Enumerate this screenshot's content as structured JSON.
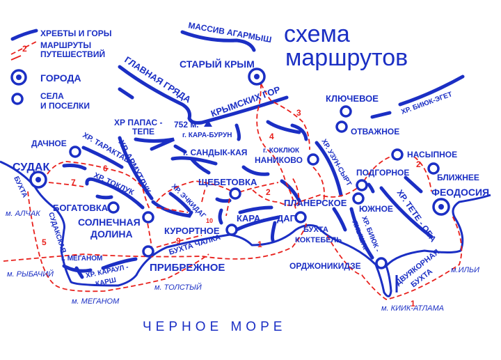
{
  "title": {
    "line1": "схема",
    "line2": "маршрутов"
  },
  "legend": {
    "ridges": "ХРЕБТЫ И ГОРЫ",
    "routes_line1": "МАРШРУТЫ",
    "routes_line2": "ПУТЕШЕСТВИЙ",
    "routes_sample_number": "2",
    "cities": "ГОРОДА",
    "villages_line1": "СЕЛА",
    "villages_line2": "И ПОСЕЛКИ"
  },
  "colors": {
    "map_blue": "#1b2fc4",
    "route_red": "#e8201c"
  },
  "cities": [
    {
      "name": "СУДАК"
    },
    {
      "name": "СТАРЫЙ КРЫМ"
    },
    {
      "name": "ФЕОДОСИЯ"
    }
  ],
  "villages": [
    {
      "name": "ДАЧНОЕ"
    },
    {
      "name": "БОГАТОВКА"
    },
    {
      "name": "СОЛНЕЧНАЯ",
      "name2": "ДОЛИНА"
    },
    {
      "name": "ПРИБРЕЖНОЕ"
    },
    {
      "name": "КУРОРТНОЕ"
    },
    {
      "name": "ЩЕБЕТОВКА"
    },
    {
      "name": "ПЛАНЕРСКОЕ"
    },
    {
      "name": "НАНИКОВО"
    },
    {
      "name": "КЛЮЧЕВОЕ"
    },
    {
      "name": "ОТВАЖНОЕ"
    },
    {
      "name": "НАСЫПНОЕ"
    },
    {
      "name": "БЛИЖНЕЕ"
    },
    {
      "name": "ПОДГОРНОЕ"
    },
    {
      "name": "ЮЖНОЕ"
    },
    {
      "name": "ОРДЖОНИКИДЗЕ"
    }
  ],
  "ridges": {
    "agarmysh": "МАССИВ АГАРМЫШ",
    "main_ridge_1": "ГЛАВНАЯ ГРЯДА",
    "main_ridge_2": "КРЫМСКИХ ГОР",
    "papas_1": "ХР ПАПАС -",
    "papas_2": "ТЕПЕ",
    "peak_height": "752 м.",
    "kara_burun": "г. КАРА-БУРУН",
    "armutluk": "ХР. АРМУТЛУК",
    "sandyk": "г. САНДЫК-КАЯ",
    "taraktash": "ХР. ТАРАКТАШ",
    "tokluk": "ХР. ТОКЛУК",
    "echkidag": "ХР. ЭЧКИДАГ",
    "kara": "КАРА -",
    "dag": "ДАГ",
    "koklyuk": "г. КОКЛЮК",
    "byuk_eget": "ХР. БИЮК-ЭГЕТ",
    "uzun_syrt": "ХР. УЗУН-СЫРТ",
    "tete_oba": "ХР. ТЕТЕ - ОБА",
    "byuk_yanyshar_1": "ХР. БИЮК -",
    "byuk_yanyshar_2": "ЯНЫШАР",
    "meganom_mt": "г. МЕГАНОМ",
    "karaul_1": "ХР. КАРАУЛ -",
    "karaul_2": "КАРШ"
  },
  "coast": {
    "sudak_bay_1": "БУХТА",
    "sudak_bay_2": "СУДАКСКАЯ",
    "alchak": "м. АЛЧАК",
    "rybachiy": "м. РЫБАЧИЙ",
    "meganom_cape": "м. МЕГАНОМ",
    "tolstyy": "м. ТОЛСТЫЙ",
    "chalka": "БУХТА ЧАЛКА",
    "koktebel_1": "БУХТА",
    "koktebel_2": "КОКТЕБЕЛЬ",
    "dvuyakornaya_1": "ДВУЯКОРНАЯ",
    "dvuyakornaya_2": "БУХТА",
    "kiik_atlama": "м. КИИК-АТЛАМА",
    "ilyi": "м.ИЛЬИ"
  },
  "sea": "ЧЕРНОЕ МОРЕ",
  "route_numbers": [
    "1",
    "1",
    "2",
    "2",
    "3",
    "4",
    "5",
    "6",
    "7",
    "9",
    "10"
  ]
}
